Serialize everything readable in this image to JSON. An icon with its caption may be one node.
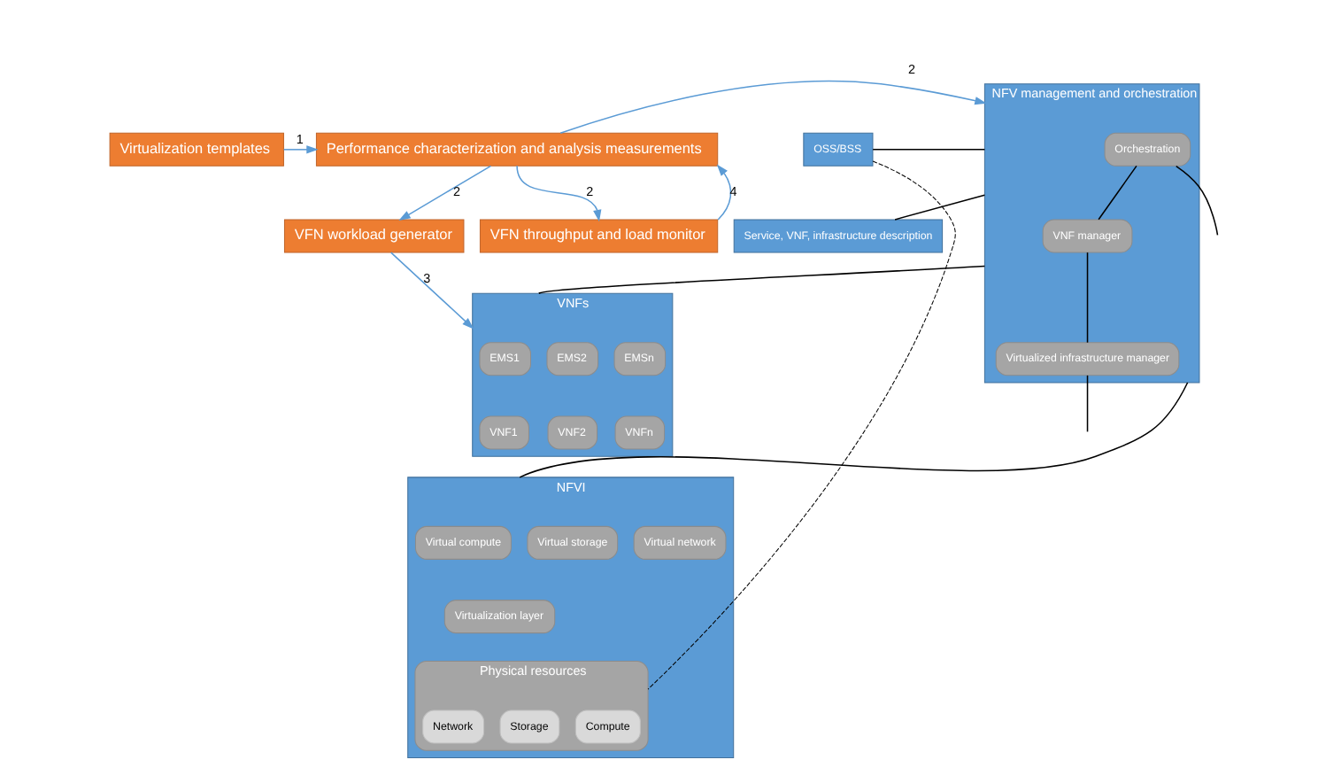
{
  "diagram": {
    "nodes": [
      {
        "text": [
          "Virtualization templates"
        ]
      },
      {
        "text": [
          "Performance characterization and analysis measurements"
        ]
      },
      {
        "text": [
          "VFN workload generator"
        ]
      },
      {
        "text": [
          "VFN throughput and load monitor"
        ]
      },
      {
        "text": [
          "OSS/BSS"
        ]
      },
      {
        "text": [
          "Service, VNF, infrastructure description"
        ]
      },
      {
        "text": [
          "VNFs"
        ]
      },
      {
        "text": [
          "EMS1"
        ],
        "in": 6
      },
      {
        "text": [
          "EMS2"
        ],
        "in": 6
      },
      {
        "text": [
          "EMSn"
        ],
        "in": 6
      },
      {
        "text": [
          "VNF1"
        ],
        "in": 6
      },
      {
        "text": [
          "VNF2"
        ],
        "in": 6
      },
      {
        "text": [
          "VNFn"
        ],
        "in": 6
      },
      {
        "text": [
          "NFVI"
        ]
      },
      {
        "text": [
          "Virtual compute"
        ],
        "in": 13
      },
      {
        "text": [
          "Virtual storage"
        ],
        "in": 13
      },
      {
        "text": [
          "Virtual network"
        ],
        "in": 13
      },
      {
        "text": [
          "Virtualization layer"
        ],
        "in": 13
      },
      {
        "text": [
          "Physical resources"
        ],
        "in": 13
      },
      {
        "text": [
          "Compute"
        ],
        "in": 18
      },
      {
        "text": [
          "Storage"
        ],
        "in": 18
      },
      {
        "text": [
          "Network"
        ],
        "in": 18
      },
      {
        "text": [
          "NFV management and orchestration"
        ]
      },
      {
        "text": [
          "Orchestration"
        ],
        "in": 22
      },
      {
        "text": [
          "VNF manager"
        ],
        "in": 22
      },
      {
        "text": [
          "Virtualized infrastructure manager"
        ],
        "in": 22
      }
    ],
    "edges": [
      {
        "from": 0,
        "to": 1,
        "arrow": "to",
        "label": "1",
        "color": "#5b9bd5"
      },
      {
        "from": 1,
        "to": 2,
        "arrow": "to",
        "label": "2",
        "color": "#5b9bd5"
      },
      {
        "from": 1,
        "to": 3,
        "arrow": "to",
        "label": "2",
        "color": "#5b9bd5"
      },
      {
        "from": 3,
        "to": 1,
        "arrow": "to",
        "label": "4",
        "color": "#5b9bd5"
      },
      {
        "from": 1,
        "to": 22,
        "arrow": "to",
        "label": "2",
        "color": "#5b9bd5"
      },
      {
        "from": 2,
        "to": 6,
        "arrow": "to",
        "label": "3",
        "color": "#5b9bd5"
      },
      {
        "from": 4,
        "to": 18,
        "arrow": "none",
        "style": "dashed"
      },
      {
        "from": 4,
        "to": 22,
        "arrow": "none"
      },
      {
        "from": 5,
        "to": 22,
        "arrow": "none"
      },
      {
        "from": 6,
        "to": 22,
        "arrow": "none"
      },
      {
        "from": 13,
        "to": 22,
        "arrow": "none"
      },
      {
        "from": 23,
        "to": 24,
        "arrow": "none"
      },
      {
        "from": 24,
        "to": 25,
        "arrow": "none"
      },
      {
        "from": 23,
        "to": null,
        "arrow": "none"
      },
      {
        "from": 25,
        "to": null,
        "arrow": "none"
      }
    ]
  }
}
